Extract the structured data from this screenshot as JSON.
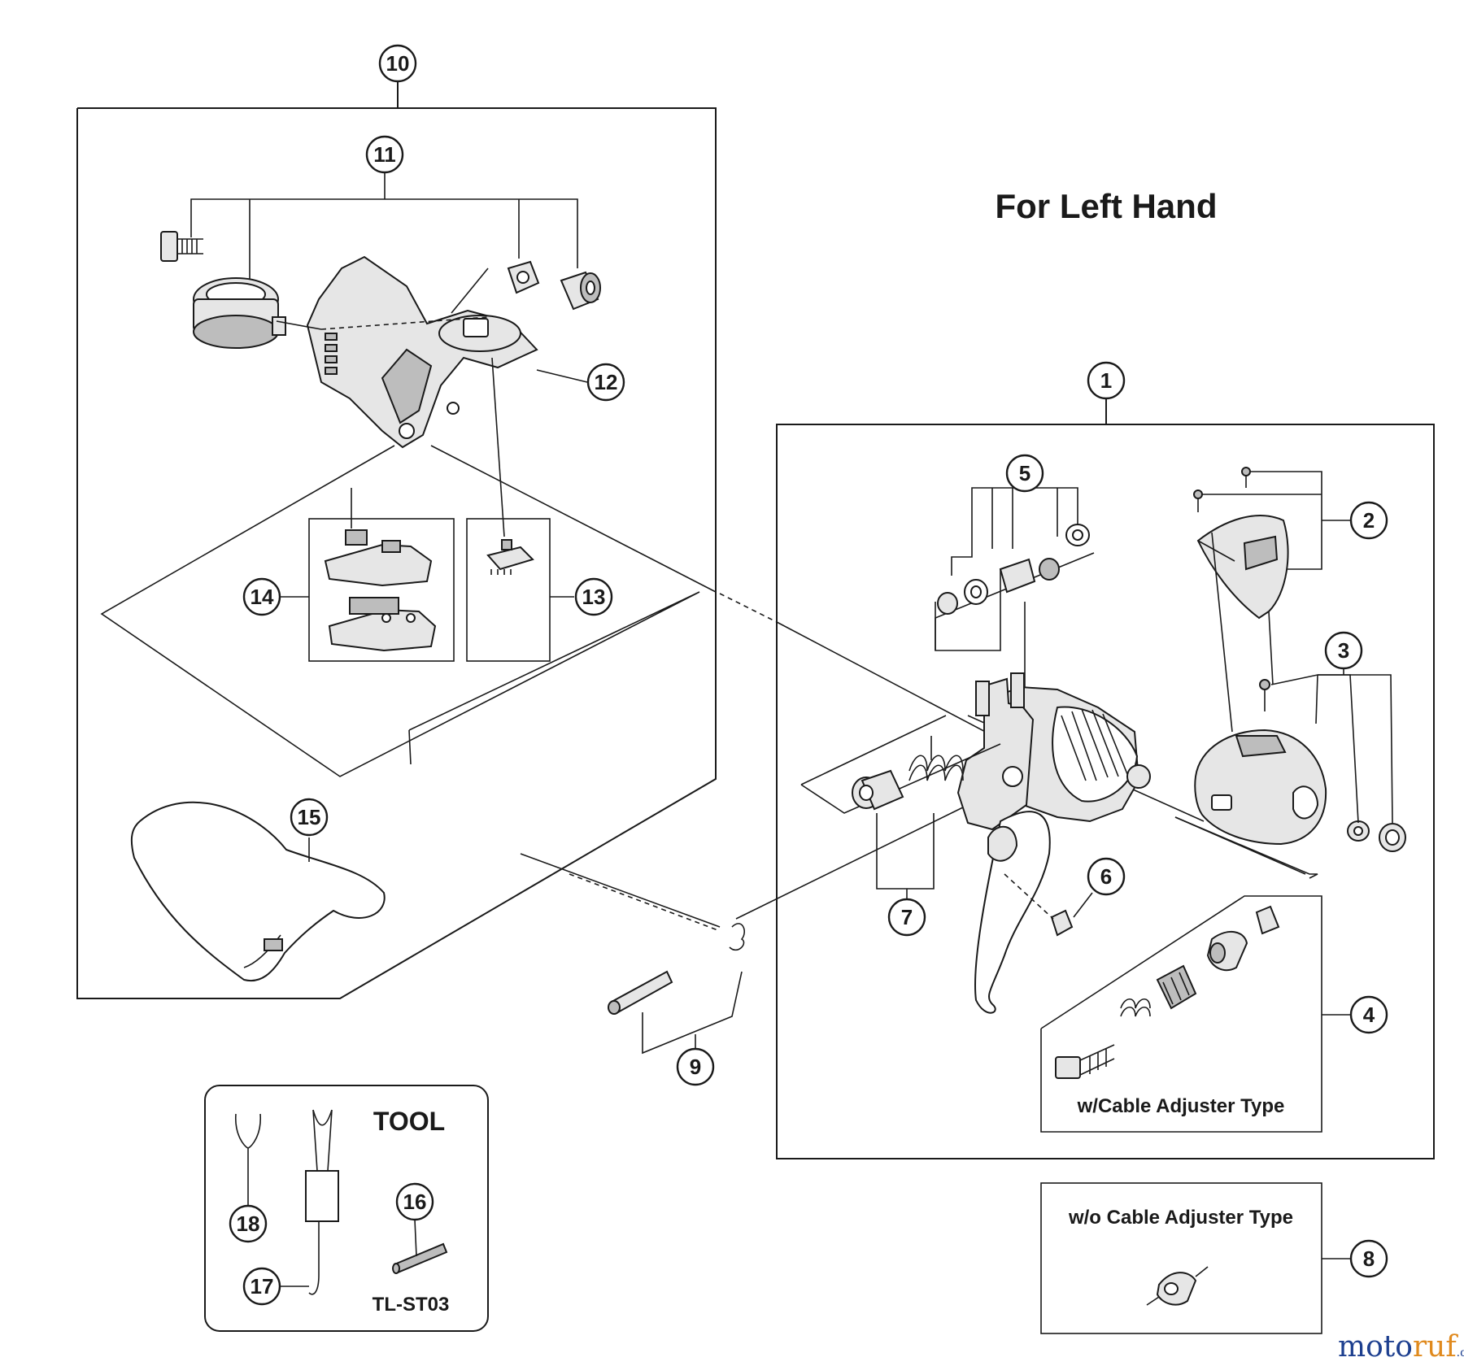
{
  "title": "For Left Hand",
  "callouts": {
    "c1": "1",
    "c2": "2",
    "c3": "3",
    "c4": "4",
    "c5": "5",
    "c6": "6",
    "c7": "7",
    "c8": "8",
    "c9": "9",
    "c10": "10",
    "c11": "11",
    "c12": "12",
    "c13": "13",
    "c14": "14",
    "c15": "15",
    "c16": "16",
    "c17": "17",
    "c18": "18"
  },
  "labels": {
    "with_adjuster": "w/Cable Adjuster Type",
    "without_adjuster": "w/o Cable Adjuster Type",
    "tool_heading": "TOOL",
    "tool_model": "TL-ST03"
  },
  "watermark": {
    "part_a": "moto",
    "part_b": "ruf",
    "part_c": ".de"
  }
}
